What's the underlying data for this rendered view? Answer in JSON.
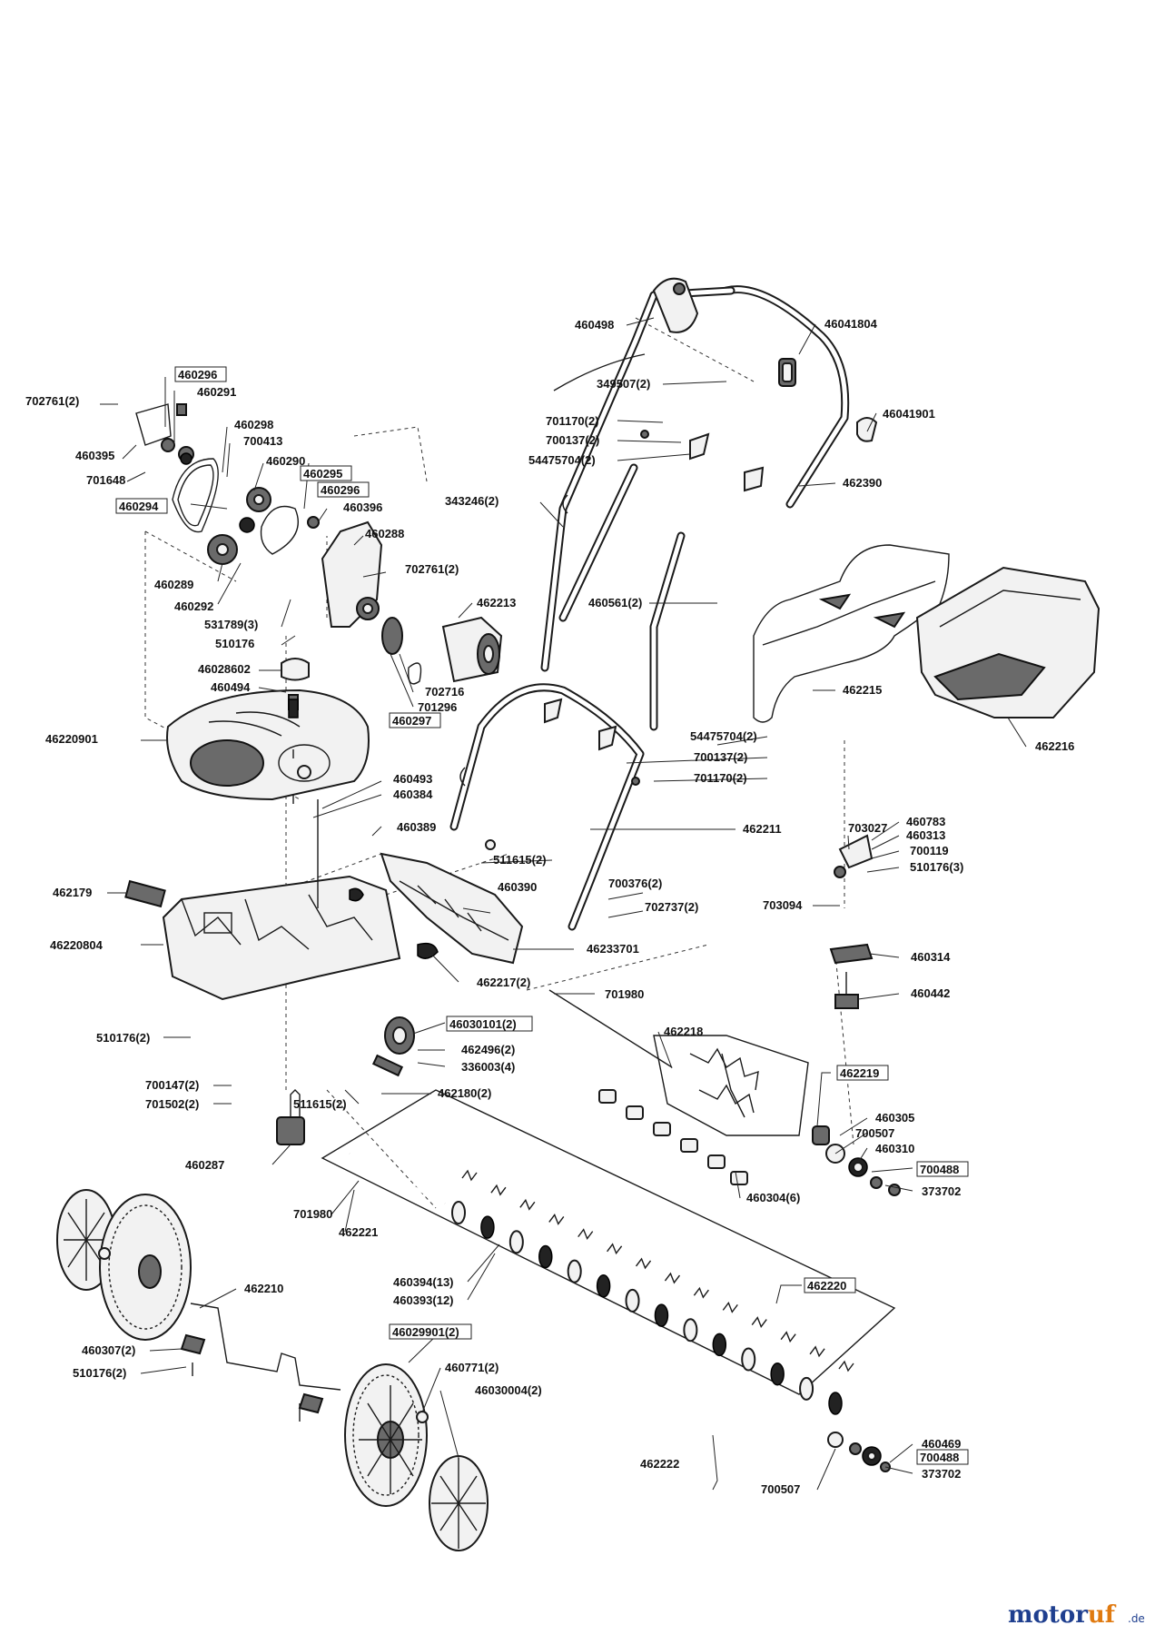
{
  "brand": {
    "name": "motoruf",
    "suffix": ".de",
    "color_main": "#1f3f8f",
    "color_accent": "#e07a10"
  },
  "labels": [
    {
      "text": "460296",
      "boxed": true
    },
    {
      "text": "460291",
      "boxed": false
    },
    {
      "text": "702761(2)",
      "boxed": false
    },
    {
      "text": "460395",
      "boxed": false
    },
    {
      "text": "701648",
      "boxed": false
    },
    {
      "text": "460298",
      "boxed": false
    },
    {
      "text": "700413",
      "boxed": false
    },
    {
      "text": "460290",
      "boxed": false
    },
    {
      "text": "460295",
      "boxed": true
    },
    {
      "text": "460296",
      "boxed": true
    },
    {
      "text": "460294",
      "boxed": true
    },
    {
      "text": "460396",
      "boxed": false
    },
    {
      "text": "460288",
      "boxed": false
    },
    {
      "text": "702761(2)",
      "boxed": false
    },
    {
      "text": "460289",
      "boxed": false
    },
    {
      "text": "460292",
      "boxed": false
    },
    {
      "text": "531789(3)",
      "boxed": false
    },
    {
      "text": "510176",
      "boxed": false
    },
    {
      "text": "462213",
      "boxed": false
    },
    {
      "text": "46028602",
      "boxed": false
    },
    {
      "text": "460494",
      "boxed": false
    },
    {
      "text": "702716",
      "boxed": false
    },
    {
      "text": "701296",
      "boxed": false
    },
    {
      "text": "460297",
      "boxed": true
    },
    {
      "text": "46220901",
      "boxed": false
    },
    {
      "text": "460493",
      "boxed": false
    },
    {
      "text": "460384",
      "boxed": false
    },
    {
      "text": "460389",
      "boxed": false
    },
    {
      "text": "460498",
      "boxed": false
    },
    {
      "text": "46041804",
      "boxed": false
    },
    {
      "text": "349507(2)",
      "boxed": false
    },
    {
      "text": "46041901",
      "boxed": false
    },
    {
      "text": "701170(2)",
      "boxed": false
    },
    {
      "text": "700137(2)",
      "boxed": false
    },
    {
      "text": "54475704(2)",
      "boxed": false
    },
    {
      "text": "462390",
      "boxed": false
    },
    {
      "text": "343246(2)",
      "boxed": false
    },
    {
      "text": "460561(2)",
      "boxed": false
    },
    {
      "text": "462215",
      "boxed": false
    },
    {
      "text": "462216",
      "boxed": false
    },
    {
      "text": "54475704(2)",
      "boxed": false
    },
    {
      "text": "700137(2)",
      "boxed": false
    },
    {
      "text": "701170(2)",
      "boxed": false
    },
    {
      "text": "462211",
      "boxed": false
    },
    {
      "text": "703027",
      "boxed": false
    },
    {
      "text": "460783",
      "boxed": false
    },
    {
      "text": "460313",
      "boxed": false
    },
    {
      "text": "700119",
      "boxed": false
    },
    {
      "text": "510176(3)",
      "boxed": false
    },
    {
      "text": "703094",
      "boxed": false
    },
    {
      "text": "460314",
      "boxed": false
    },
    {
      "text": "460442",
      "boxed": false
    },
    {
      "text": "462179",
      "boxed": false
    },
    {
      "text": "46220804",
      "boxed": false
    },
    {
      "text": "511615(2)",
      "boxed": false
    },
    {
      "text": "460390",
      "boxed": false
    },
    {
      "text": "700376(2)",
      "boxed": false
    },
    {
      "text": "702737(2)",
      "boxed": false
    },
    {
      "text": "46233701",
      "boxed": false
    },
    {
      "text": "462217(2)",
      "boxed": false
    },
    {
      "text": "701980",
      "boxed": false
    },
    {
      "text": "510176(2)",
      "boxed": false
    },
    {
      "text": "46030101(2)",
      "boxed": true
    },
    {
      "text": "462218",
      "boxed": false
    },
    {
      "text": "462496(2)",
      "boxed": false
    },
    {
      "text": "336003(4)",
      "boxed": false
    },
    {
      "text": "700147(2)",
      "boxed": false
    },
    {
      "text": "701502(2)",
      "boxed": false
    },
    {
      "text": "511615(2)",
      "boxed": false
    },
    {
      "text": "462180(2)",
      "boxed": false
    },
    {
      "text": "462219",
      "boxed": true
    },
    {
      "text": "460305",
      "boxed": false
    },
    {
      "text": "700507",
      "boxed": false
    },
    {
      "text": "460310",
      "boxed": false
    },
    {
      "text": "700488",
      "boxed": true
    },
    {
      "text": "373702",
      "boxed": false
    },
    {
      "text": "460304(6)",
      "boxed": false
    },
    {
      "text": "460287",
      "boxed": false
    },
    {
      "text": "701980",
      "boxed": false
    },
    {
      "text": "462221",
      "boxed": false
    },
    {
      "text": "460394(13)",
      "boxed": false
    },
    {
      "text": "460393(12)",
      "boxed": false
    },
    {
      "text": "462220",
      "boxed": true
    },
    {
      "text": "462210",
      "boxed": false
    },
    {
      "text": "460307(2)",
      "boxed": false
    },
    {
      "text": "510176(2)",
      "boxed": false
    },
    {
      "text": "46029901(2)",
      "boxed": true
    },
    {
      "text": "460771(2)",
      "boxed": false
    },
    {
      "text": "46030004(2)",
      "boxed": false
    },
    {
      "text": "460469",
      "boxed": false
    },
    {
      "text": "700488",
      "boxed": true
    },
    {
      "text": "373702",
      "boxed": false
    },
    {
      "text": "462222",
      "boxed": false
    },
    {
      "text": "700507",
      "boxed": false
    }
  ]
}
